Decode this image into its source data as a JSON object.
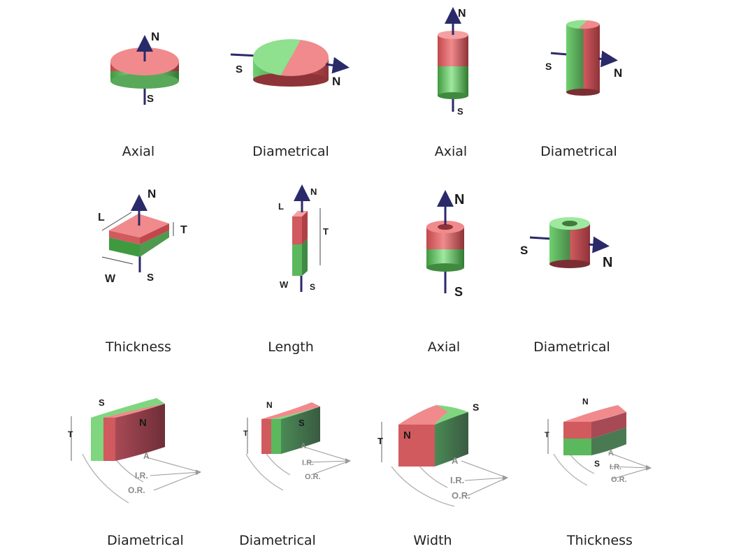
{
  "captions": [
    "Axial",
    "Diametrical",
    "Axial",
    "Diametrical",
    "Thickness",
    "Length",
    "Axial",
    "Diametrical",
    "Diametrical",
    "Diametrical",
    "Width",
    "Thickness"
  ],
  "poles": {
    "north": "N",
    "south": "S"
  },
  "dims": {
    "length": "L",
    "thickness": "T",
    "width": "W",
    "angle": "A",
    "inner_radius": "I.R.",
    "outer_radius": "O.R."
  },
  "colors": {
    "north_red": "#e8787a",
    "south_green": "#7fd67f",
    "axis": "#2a2a6a"
  }
}
